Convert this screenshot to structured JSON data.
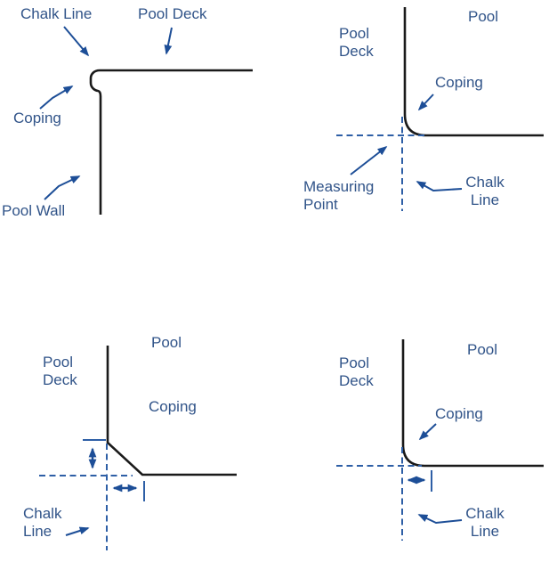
{
  "colors": {
    "label": "#315489",
    "arrow": "#1d4e97",
    "dash": "#2e5fa6",
    "line": "#1a1a1a",
    "bg": "#ffffff"
  },
  "panels": {
    "top_left": {
      "chalk_line_label": "Chalk Line",
      "pool_deck_label": "Pool Deck",
      "coping_label": "Coping",
      "pool_wall_label": "Pool Wall"
    },
    "top_right": {
      "pool_deck_label": "Pool\nDeck",
      "pool_label": "Pool",
      "coping_label": "Coping",
      "measuring_point_label": "Measuring\nPoint",
      "chalk_line_label": "Chalk\nLine"
    },
    "bottom_left": {
      "pool_label": "Pool",
      "pool_deck_label": "Pool\nDeck",
      "coping_label": "Coping",
      "chalk_line_label": "Chalk\nLine"
    },
    "bottom_right": {
      "pool_deck_label": "Pool\nDeck",
      "pool_label": "Pool",
      "coping_label": "Coping",
      "chalk_line_label": "Chalk\nLine"
    }
  }
}
